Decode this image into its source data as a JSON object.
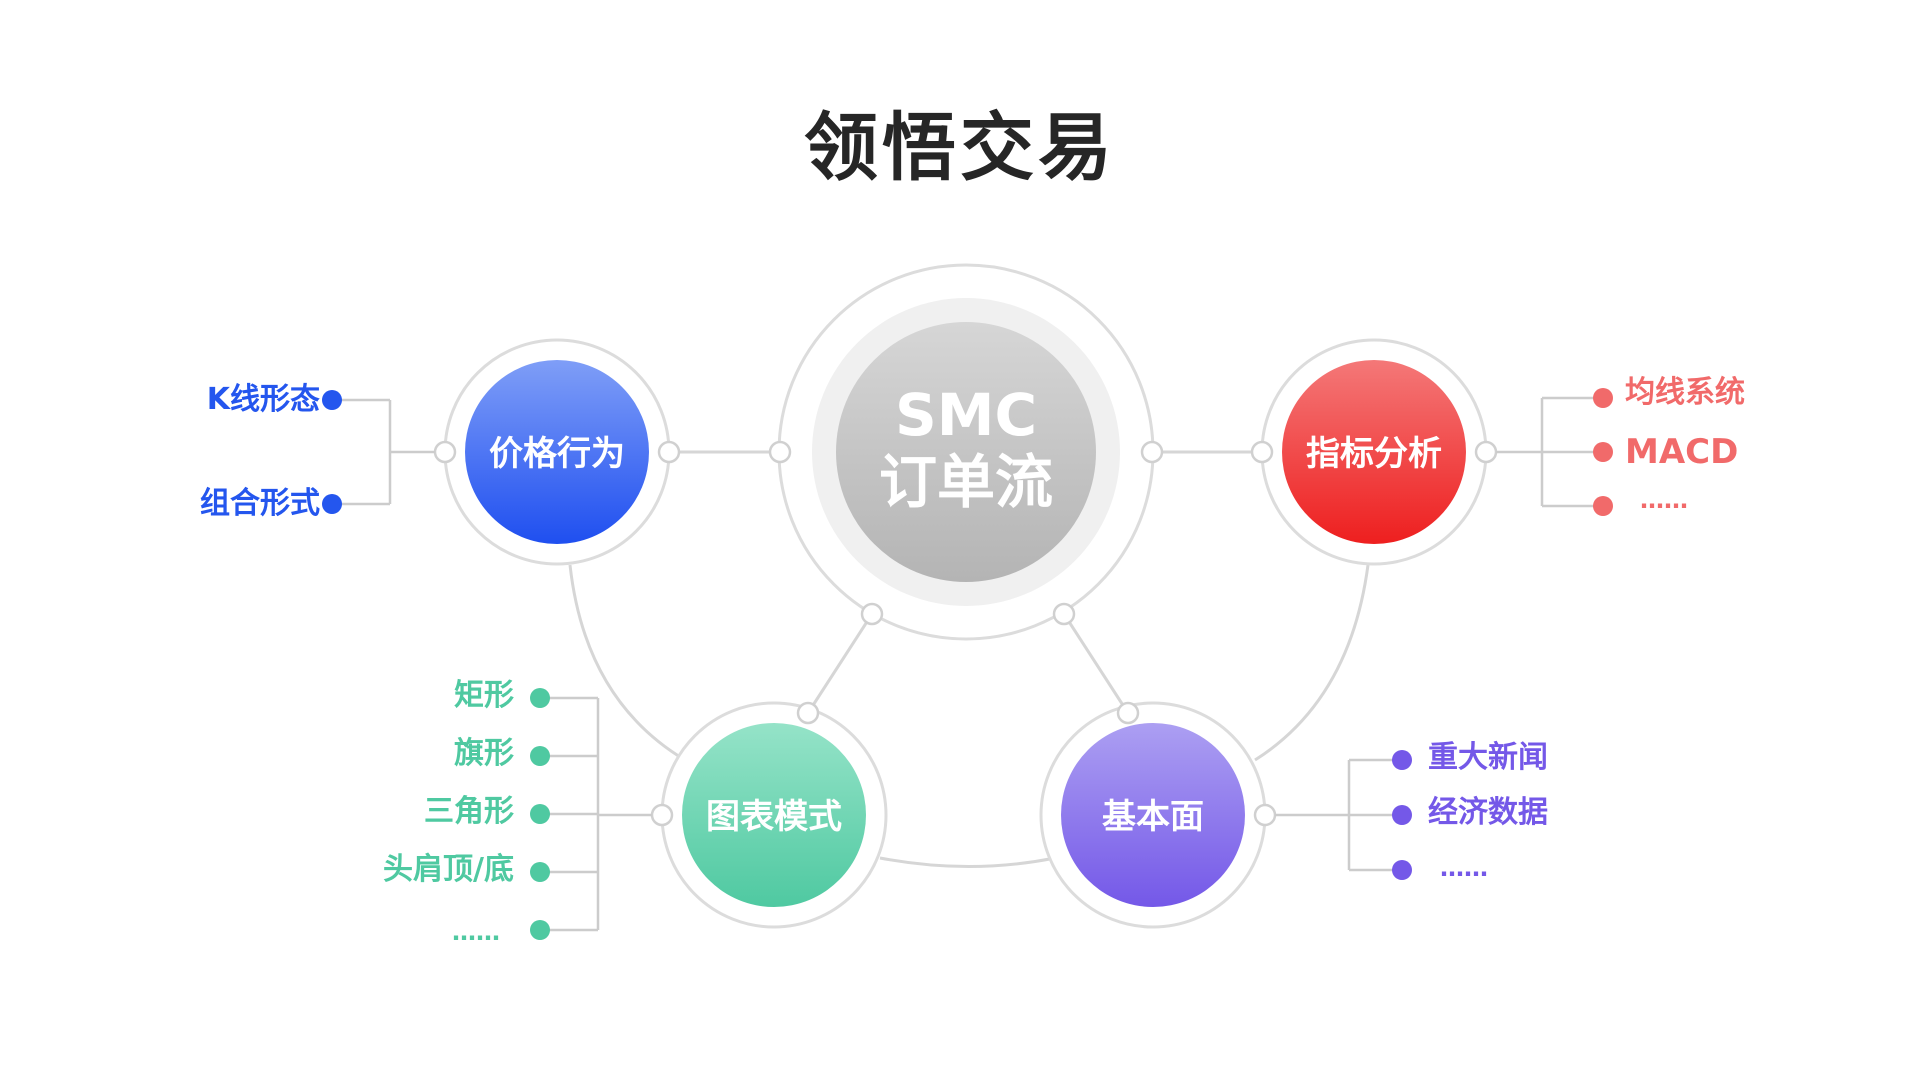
{
  "title": "领悟交易",
  "center": {
    "line1": "SMC",
    "line2": "订单流"
  },
  "nodes": {
    "price_action": {
      "label": "价格行为",
      "color_top": "#7f9ef7",
      "color_bottom": "#1f4ff0",
      "items": [
        "K线形态",
        "组合形式"
      ],
      "item_color": "#2456ee"
    },
    "indicators": {
      "label": "指标分析",
      "color_top": "#f47878",
      "color_bottom": "#ee1f1f",
      "items": [
        "均线系统",
        "MACD",
        "……"
      ],
      "item_color": "#f16a6a"
    },
    "chart_patterns": {
      "label": "图表模式",
      "color_top": "#95e3c8",
      "color_bottom": "#4fc9a1",
      "items": [
        "矩形",
        "旗形",
        "三角形",
        "头肩顶/底",
        "……"
      ],
      "item_color": "#4fc9a1"
    },
    "fundamentals": {
      "label": "基本面",
      "color_top": "#ac9ff2",
      "color_bottom": "#7458e8",
      "items": [
        "重大新闻",
        "经济数据",
        "……"
      ],
      "item_color": "#7458e8"
    }
  },
  "colors": {
    "center_top": "#d6d6d6",
    "center_bottom": "#b4b4b4",
    "ring": "#dcdcdc",
    "connector": "#d0d0d0",
    "title": "#262626"
  }
}
